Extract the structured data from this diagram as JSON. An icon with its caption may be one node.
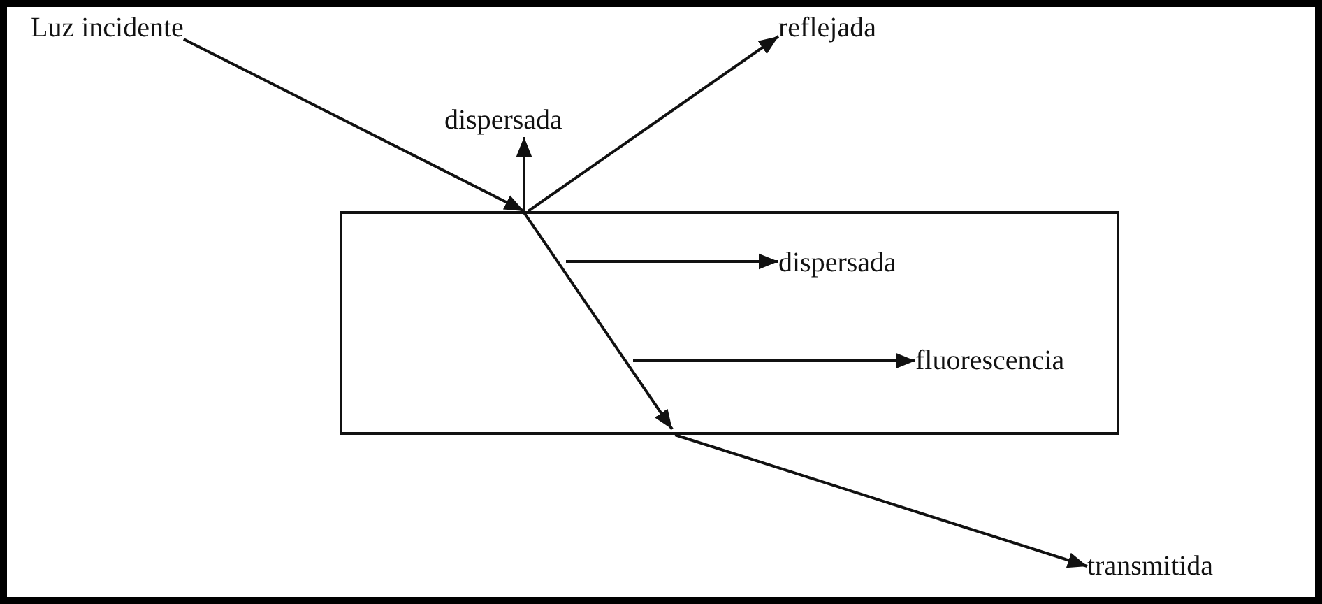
{
  "diagram": {
    "nodes": [
      {
        "text": [
          "Luz incidente"
        ]
      },
      {
        "text": [],
        "shape": "box"
      },
      {
        "text": [
          "dispersada"
        ]
      },
      {
        "text": [
          "reflejada"
        ]
      },
      {
        "text": [
          "dispersada"
        ],
        "in": 1
      },
      {
        "text": [
          "fluorescencia"
        ],
        "in": 1
      },
      {
        "text": [
          "transmitida"
        ]
      }
    ],
    "edges": [
      {
        "from": 0,
        "to": 1,
        "arrow": "to"
      },
      {
        "from": 1,
        "to": 2,
        "arrow": "to"
      },
      {
        "from": 1,
        "to": 3,
        "arrow": "to"
      },
      {
        "from": null,
        "to": 4,
        "arrow": "to"
      },
      {
        "from": null,
        "to": 5,
        "arrow": "to"
      },
      {
        "from": 1,
        "to": 6,
        "arrow": "to"
      }
    ]
  }
}
